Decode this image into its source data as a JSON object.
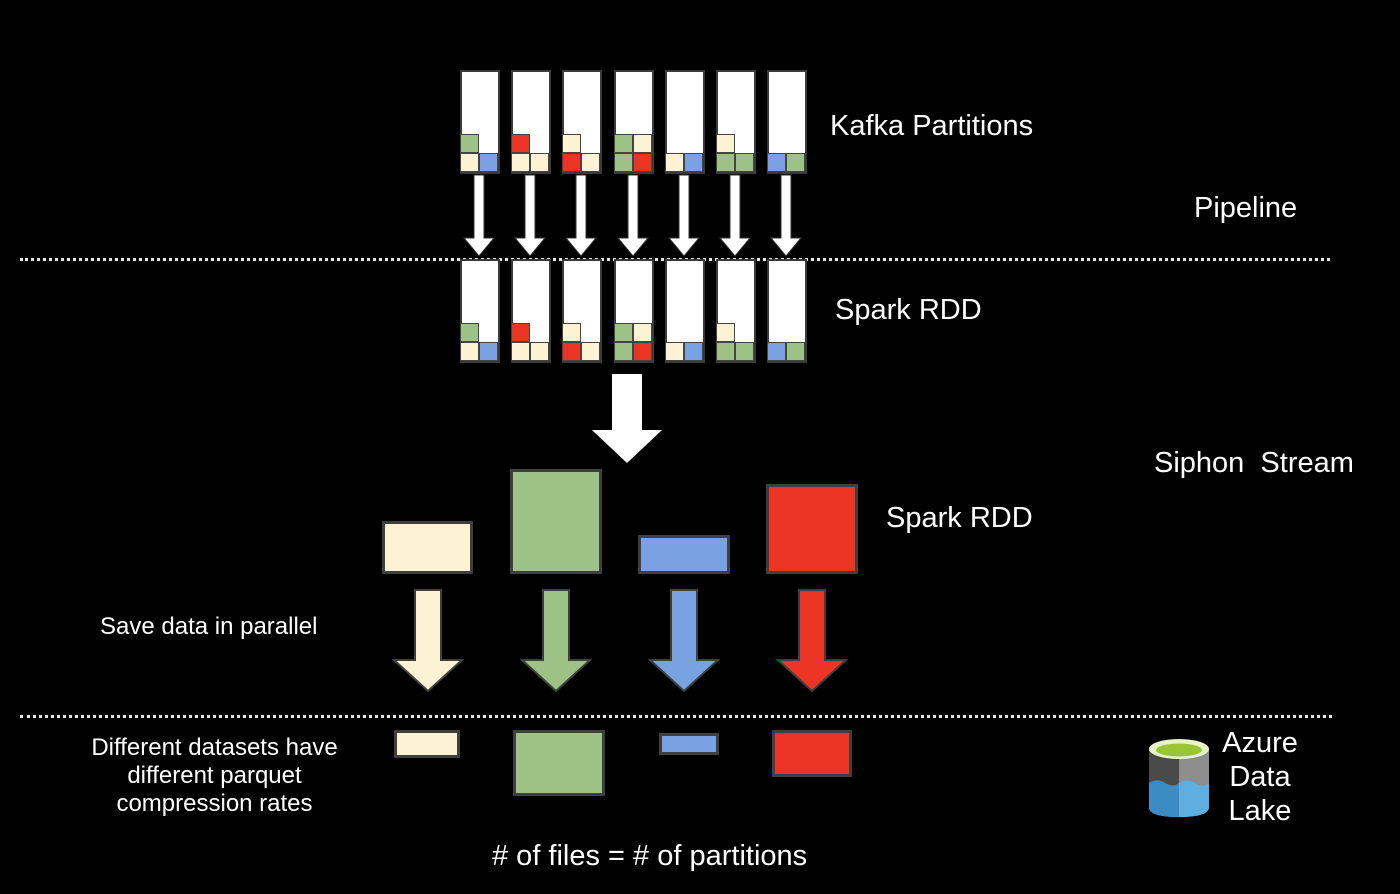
{
  "colors": {
    "background": "#000000",
    "cream": "#fcf2d4",
    "green": "#9ec285",
    "blue": "#79a2e2",
    "red": "#ec3425",
    "partition_bg": "#ffffff",
    "text": "#ffffff"
  },
  "labels": {
    "kafka_partitions": "Kafka Partitions",
    "pipeline": "Pipeline",
    "spark_rdd_1": "Spark RDD",
    "spark_rdd_2": "Spark RDD",
    "siphon_stream": "Siphon  Stream",
    "save_parallel": "Save data in parallel",
    "compression_note": "Different datasets have different parquet compression rates",
    "azure_data_lake": "Azure Data Lake",
    "files_equals_partitions": "# of files = # of partitions"
  },
  "partitions": [
    {
      "id": 1,
      "top": [
        "green",
        null
      ],
      "bottom": [
        "cream",
        "blue"
      ]
    },
    {
      "id": 2,
      "top": [
        "red",
        null
      ],
      "bottom": [
        "cream",
        "cream"
      ]
    },
    {
      "id": 3,
      "top": [
        "cream",
        null
      ],
      "bottom": [
        "red",
        "cream"
      ]
    },
    {
      "id": 4,
      "top": [
        "green",
        "cream"
      ],
      "bottom": [
        "green",
        "red"
      ]
    },
    {
      "id": 5,
      "top": [
        null,
        null
      ],
      "bottom": [
        "cream",
        "blue"
      ]
    },
    {
      "id": 6,
      "top": [
        "cream",
        null
      ],
      "bottom": [
        "green",
        "green"
      ]
    },
    {
      "id": 7,
      "top": [
        null,
        null
      ],
      "bottom": [
        "blue",
        "green"
      ]
    }
  ],
  "datasets": [
    {
      "name": "cream",
      "rdd_size": "medium",
      "file_size": "small"
    },
    {
      "name": "green",
      "rdd_size": "large",
      "file_size": "large"
    },
    {
      "name": "blue",
      "rdd_size": "small",
      "file_size": "smallest"
    },
    {
      "name": "red",
      "rdd_size": "large",
      "file_size": "medium"
    }
  ],
  "icons": {
    "datalake": "azure-data-lake-icon"
  }
}
